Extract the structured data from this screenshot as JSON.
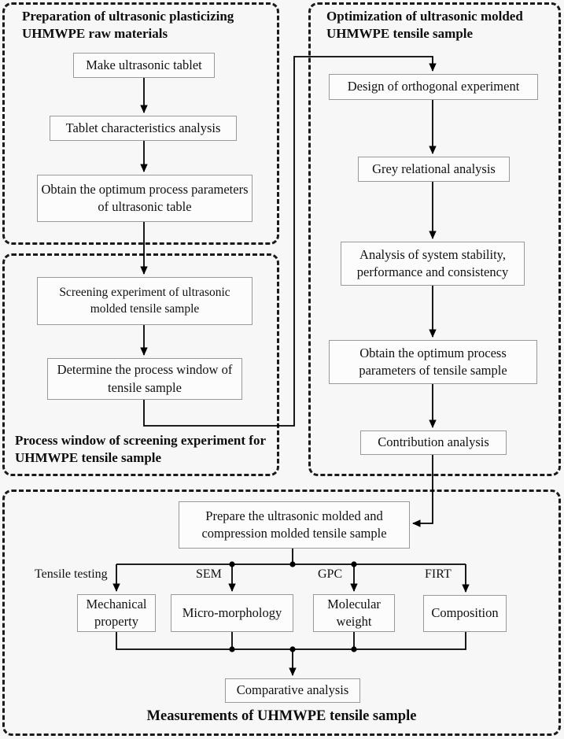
{
  "figure": {
    "background_color": "#f7f7f7",
    "panel_border_color": "#1a1a1a",
    "node_border_color": "#999999",
    "line_color": "#000000"
  },
  "panels": {
    "preparation": {
      "title": "Preparation of ultrasonic plasticizing UHMWPE raw materials"
    },
    "process_window": {
      "title": "Process window of screening experiment for UHMWPE tensile sample"
    },
    "optimization": {
      "title": "Optimization of ultrasonic molded UHMWPE tensile sample"
    },
    "measurements": {
      "title": "Measurements of UHMWPE tensile sample"
    }
  },
  "nodes": {
    "make_tablet": "Make ultrasonic tablet",
    "tablet_analysis": "Tablet characteristics analysis",
    "optimum_table": "Obtain the optimum process parameters of ultrasonic table",
    "screening": "Screening experiment of ultrasonic molded tensile sample",
    "determine_window": "Determine the process window of tensile sample",
    "orthogonal": "Design of orthogonal experiment",
    "grey": "Grey relational analysis",
    "stability": "Analysis of system stability, performance and consistency",
    "optimum_tensile": "Obtain the optimum process parameters of tensile sample",
    "contribution": "Contribution analysis",
    "prepare": "Prepare the ultrasonic molded and compression molded tensile sample",
    "mechanical": "Mechanical property",
    "micro": "Micro-morphology",
    "molecular": "Molecular weight",
    "composition": "Composition",
    "comparative": "Comparative analysis"
  },
  "edge_labels": {
    "tensile_testing": "Tensile testing",
    "sem": "SEM",
    "gpc": "GPC",
    "firt": "FIRT"
  }
}
